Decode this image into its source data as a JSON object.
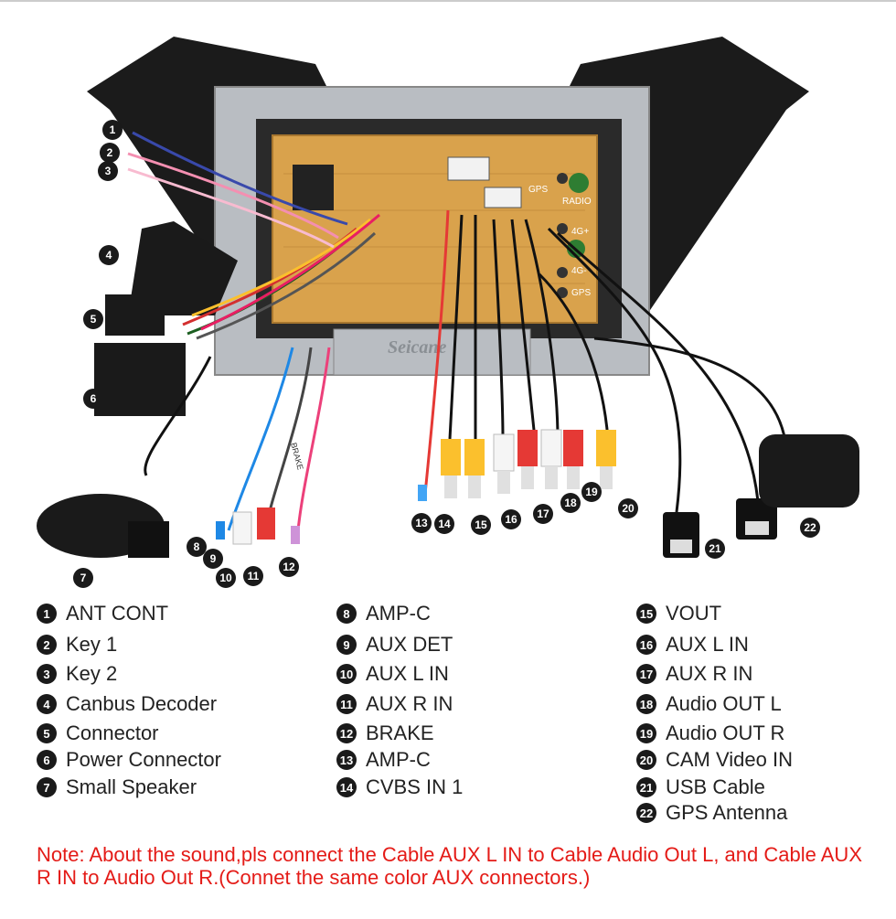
{
  "legend": [
    {
      "n": "1",
      "label": "ANT CONT"
    },
    {
      "n": "2",
      "label": "Key 1"
    },
    {
      "n": "3",
      "label": "Key 2"
    },
    {
      "n": "4",
      "label": "Canbus Decoder"
    },
    {
      "n": "5",
      "label": "Connector"
    },
    {
      "n": "6",
      "label": "Power Connector"
    },
    {
      "n": "7",
      "label": "Small Speaker"
    },
    {
      "n": "8",
      "label": "AMP-C"
    },
    {
      "n": "9",
      "label": "AUX DET"
    },
    {
      "n": "10",
      "label": "AUX L IN"
    },
    {
      "n": "11",
      "label": "AUX R IN"
    },
    {
      "n": "12",
      "label": "BRAKE"
    },
    {
      "n": "13",
      "label": "AMP-C"
    },
    {
      "n": "14",
      "label": "CVBS IN 1"
    },
    {
      "n": "15",
      "label": "VOUT"
    },
    {
      "n": "16",
      "label": "AUX L IN"
    },
    {
      "n": "17",
      "label": "AUX R IN"
    },
    {
      "n": "18",
      "label": "Audio OUT L"
    },
    {
      "n": "19",
      "label": "Audio OUT R"
    },
    {
      "n": "20",
      "label": "CAM Video IN"
    },
    {
      "n": "21",
      "label": "USB Cable"
    },
    {
      "n": "22",
      "label": "GPS Antenna"
    }
  ],
  "note": "Note: About the sound,pls connect the Cable AUX L IN to Cable Audio Out L, and Cable AUX R IN to  Audio Out R.(Connet the same color AUX connectors.)",
  "photo_text": {
    "brand": "Seicane",
    "port_gps": "GPS",
    "port_radio": "RADIO",
    "port_4g_top": "4G+",
    "port_4g_bottom": "4G-",
    "port_gps_bottom": "GPS",
    "tag_brake": "BRAKE"
  },
  "colors": {
    "note": "#e41b17",
    "badge": "#1a1a1a",
    "board": "#d9a24c"
  }
}
